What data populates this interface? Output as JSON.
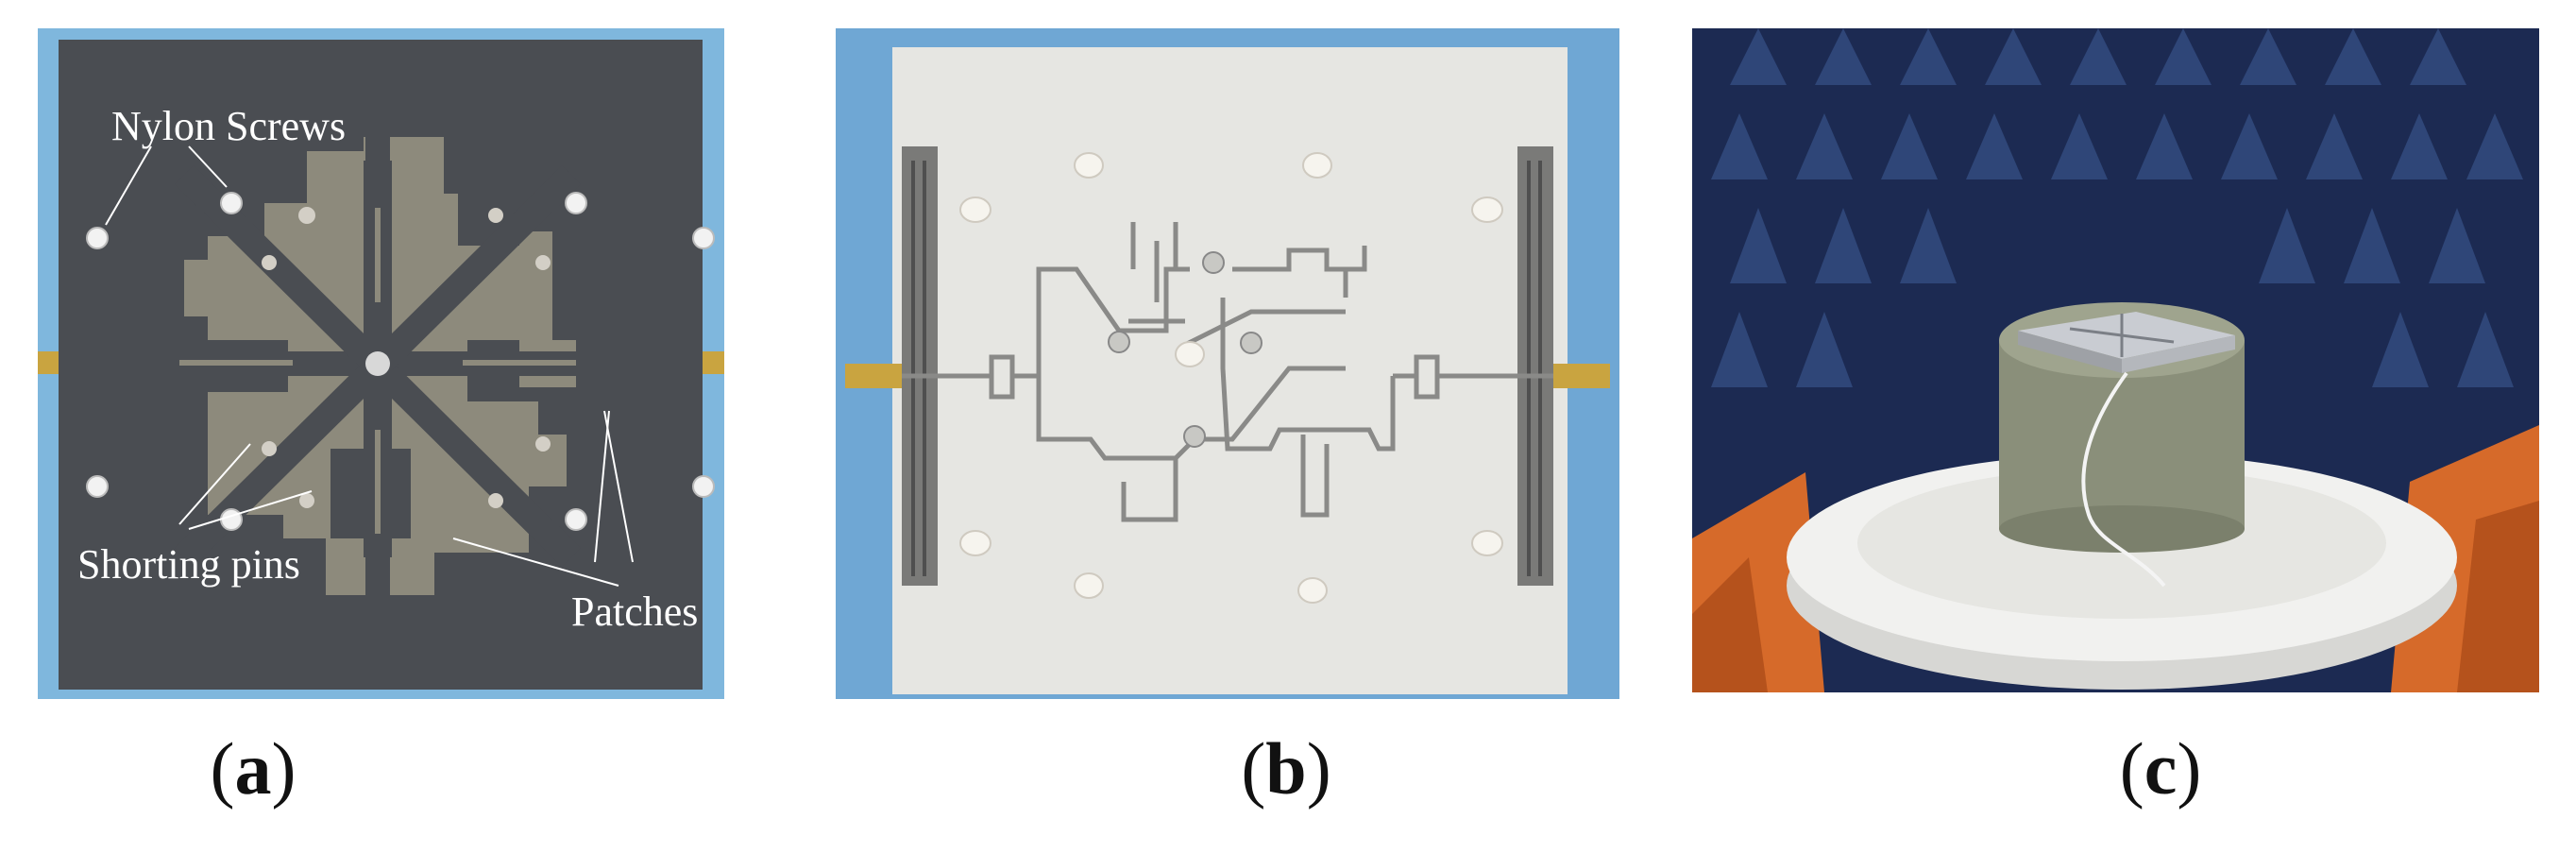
{
  "panels": [
    {
      "id": "a",
      "caption_letter": "a",
      "annotations": {
        "nylon_screws": "Nylon Screws",
        "shorting_pins": "Shorting pins",
        "patches": "Patches"
      }
    },
    {
      "id": "b",
      "caption_letter": "b"
    },
    {
      "id": "c",
      "caption_letter": "c"
    }
  ],
  "colors": {
    "backdrop_blue": "#7fb7dd",
    "board_dark": "#4a4d52",
    "patch_metal": "#8d8a7c",
    "substrate_white": "#e6e6e2",
    "chamber_blue": "#1c2a52",
    "absorber_orange": "#d66a2a"
  }
}
